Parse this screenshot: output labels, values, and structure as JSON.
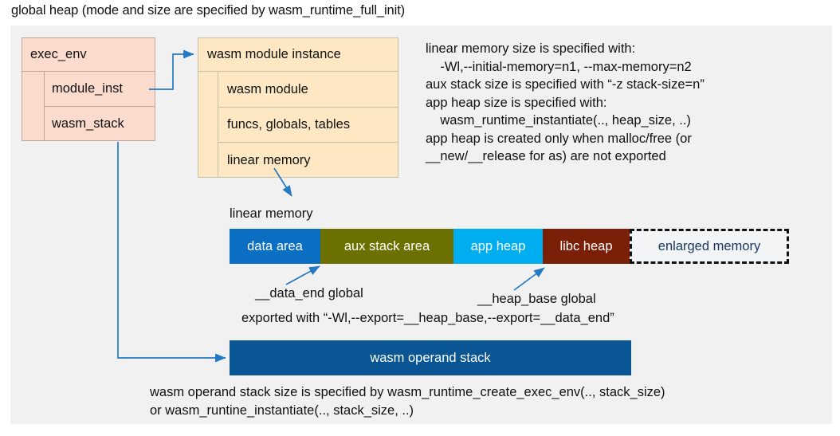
{
  "title": "global heap (mode and size are specified by wasm_runtime_full_init)",
  "exec_env": {
    "header": "exec_env",
    "fields": [
      "module_inst",
      "wasm_stack"
    ]
  },
  "module_instance": {
    "header": "wasm module instance",
    "fields": [
      "wasm module",
      "funcs, globals, tables",
      "linear memory"
    ]
  },
  "notes": {
    "lines": [
      "linear memory size is specified with:",
      "    -Wl,--initial-memory=n1, --max-memory=n2",
      "aux stack size is specified with “-z stack-size=n”",
      "app heap size is specified with:",
      "    wasm_runtime_instantiate(.., heap_size, ..)",
      "app heap is created only when malloc/free (or",
      "__new/__release for as) are not exported"
    ]
  },
  "linear_memory": {
    "caption": "linear memory",
    "segments": [
      {
        "label": "data area",
        "color": "#0a6fc2",
        "text_color": "#ffffff"
      },
      {
        "label": "aux stack area",
        "color": "#6b7000",
        "text_color": "#ffffff"
      },
      {
        "label": "app heap",
        "color": "#00aeef",
        "text_color": "#ffffff"
      },
      {
        "label": "libc heap",
        "color": "#7b2008",
        "text_color": "#ffffff"
      },
      {
        "label": "enlarged memory",
        "color": "#f3f4f6",
        "text_color": "#16375f"
      }
    ]
  },
  "annotations": {
    "data_end": "__data_end global",
    "heap_base": "__heap_base global",
    "exported_with": "exported with “-Wl,--export=__heap_base,--export=__data_end”"
  },
  "operand_stack": {
    "label": "wasm operand stack",
    "color": "#0a5694",
    "notes": [
      "wasm operand stack size is specified by wasm_runtime_create_exec_env(.., stack_size)",
      "or wasm_runtine_instantiate(.., stack_size, ..)"
    ]
  },
  "colors": {
    "panel_bg": "#f1f1f1",
    "exec_env_fill": "#fadbcd",
    "module_fill": "#fde8c3",
    "arrow": "#2479c4"
  }
}
